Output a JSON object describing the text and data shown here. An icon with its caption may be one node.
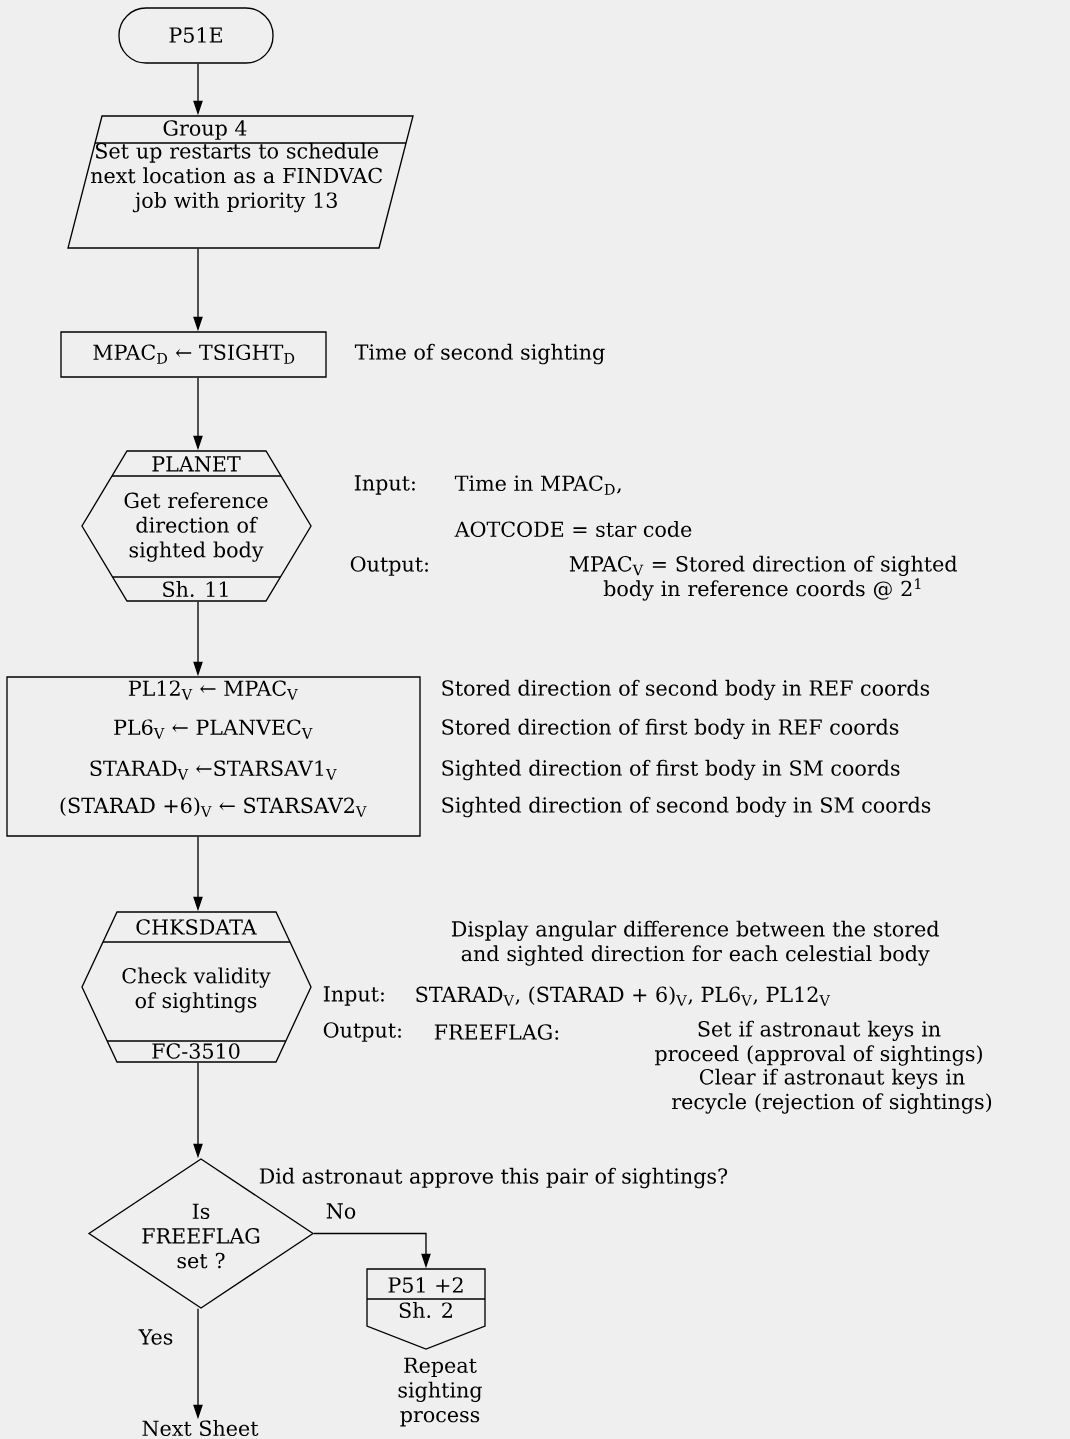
{
  "diagram": {
    "nodes": [
      {
        "text": [
          "P51E"
        ]
      },
      {
        "text": [
          "Group 4",
          "Set up restarts to schedule next location as a FINDVAC job with priority 13"
        ]
      },
      {
        "text": [
          "MPAC$_{D}$ ← TSIGHT$_{D}$"
        ],
        "beside": [
          "Time of second sighting"
        ]
      },
      {
        "text": [
          "PLANET",
          "Get reference direction of sighted body",
          "Sh. 11"
        ],
        "beside": [
          "Input:",
          "Time in MPAC$_{D}$,",
          "AOTCODE = star code",
          "Output:",
          "MPAC$_{V}$ = Stored direction of sighted body in reference coords @ 2$^{1}$"
        ]
      },
      {
        "text": [
          "PL12$_{V}$ ← MPAC$_{V}$",
          "PL6$_{V}$ ← PLANVEC$_{V}$",
          "STARAD$_{V}$ ←STARSAV1$_{V}$",
          "(STARAD +6)$_{V}$ ← STARSAV2$_{V}$"
        ],
        "beside": [
          "Stored direction of second body in REF coords",
          "Stored direction of first body in REF coords",
          "Sighted direction of first body in SM coords",
          "Sighted direction of second body in SM coords"
        ]
      },
      {
        "text": [
          "CHKSDATA",
          "Check validity of sightings",
          "FC-3510"
        ],
        "beside": [
          "Display angular difference between the stored and sighted direction for each celestial body",
          "Input:",
          "STARAD$_{V}$, (STARAD + 6)$_{V}$, PL6$_{V}$, PL12$_{V}$",
          "Output:",
          "FREEFLAG:",
          "Set if astronaut keys in proceed (approval of sightings)",
          "Clear if astronaut keys in recycle (rejection of sightings)"
        ]
      },
      {
        "text": [
          "Is FREEFLAG set ?"
        ],
        "beside": [
          "Did astronaut approve this pair of sightings?"
        ]
      },
      {
        "text": [
          "P51 +2",
          "Sh. 2"
        ],
        "beside": [
          "Repeat sighting process"
        ]
      },
      {
        "text": [
          "Next Sheet"
        ]
      }
    ],
    "edges": [
      {
        "from": 0,
        "to": 1,
        "arrow": "to"
      },
      {
        "from": 1,
        "to": 2,
        "arrow": "to"
      },
      {
        "from": 2,
        "to": 3,
        "arrow": "to"
      },
      {
        "from": 3,
        "to": 4,
        "arrow": "to"
      },
      {
        "from": 4,
        "to": 5,
        "arrow": "to"
      },
      {
        "from": 5,
        "to": 6,
        "arrow": "to"
      },
      {
        "from": 6,
        "to": 7,
        "arrow": "to",
        "label": "No"
      },
      {
        "from": 6,
        "to": 8,
        "arrow": "to",
        "label": "Yes"
      }
    ]
  }
}
